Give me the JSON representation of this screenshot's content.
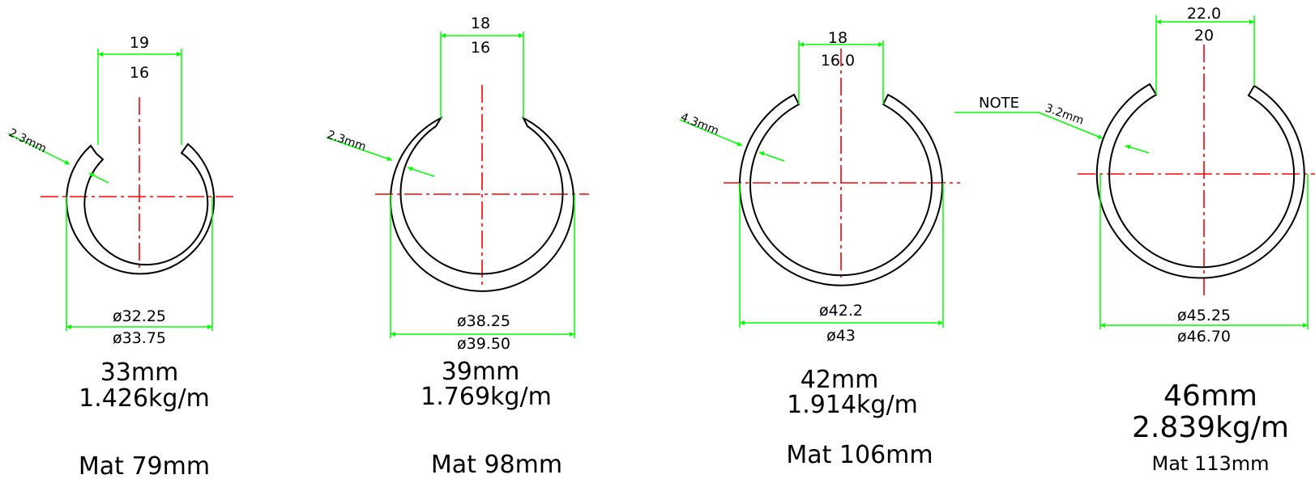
{
  "colors": {
    "dimension": "#00ff00",
    "centerline": "#ff0000",
    "outline": "#000000",
    "background": "#ffffff"
  },
  "profiles": [
    {
      "outer_opening": "19",
      "inner_opening": "16",
      "wall": "2.3mm",
      "inner_diameter": "ø32.25",
      "outer_diameter": "ø33.75",
      "size": "33mm",
      "weight": "1.426kg/m",
      "mat": "Mat 79mm"
    },
    {
      "outer_opening": "18",
      "inner_opening": "16",
      "wall": "2.3mm",
      "inner_diameter": "ø38.25",
      "outer_diameter": "ø39.50",
      "size": "39mm",
      "weight": "1.769kg/m",
      "mat": "Mat 98mm"
    },
    {
      "outer_opening": "18",
      "inner_opening": "16.0",
      "wall": "4.3mm",
      "inner_diameter": "ø42.2",
      "outer_diameter": "ø43",
      "size": "42mm",
      "weight": "1.914kg/m",
      "mat": "Mat 106mm"
    },
    {
      "outer_opening": "22.0",
      "inner_opening": "20",
      "wall": "3.2mm",
      "inner_diameter": "ø45.25",
      "outer_diameter": "ø46.70",
      "size": "46mm",
      "weight": "2.839kg/m",
      "mat": "Mat 113mm",
      "note": "NOTE"
    }
  ]
}
